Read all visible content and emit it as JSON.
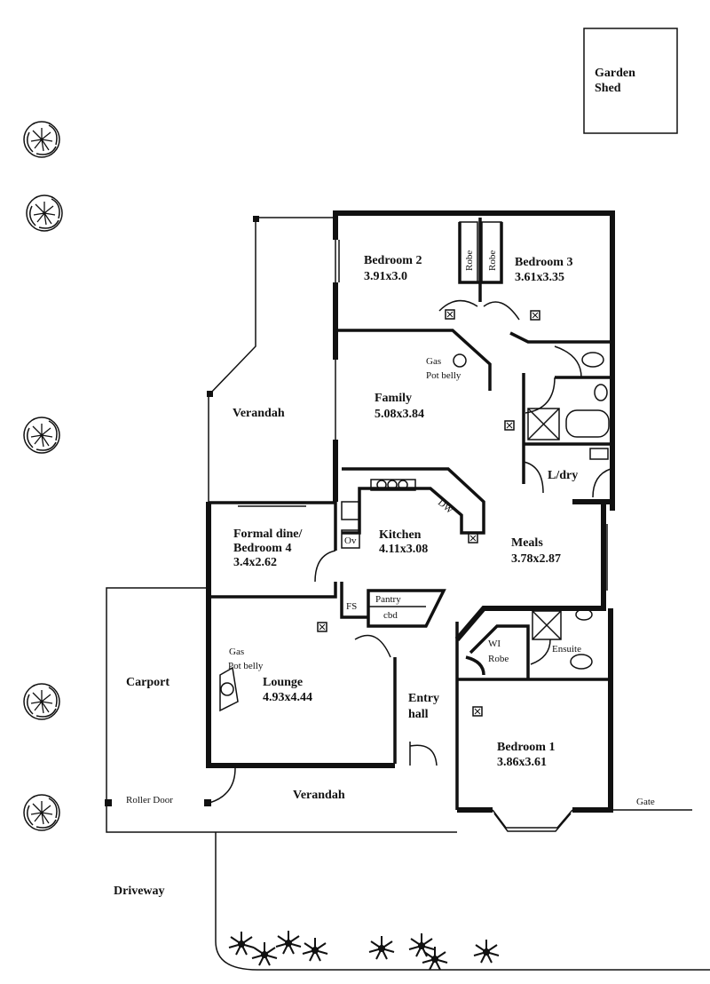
{
  "title": "House floor plan",
  "outbuildings": {
    "shed_line1": "Garden",
    "shed_line2": "Shed"
  },
  "rooms": {
    "bedroom2": {
      "name": "Bedroom 2",
      "size": "3.91x3.0"
    },
    "bedroom3": {
      "name": "Bedroom 3",
      "size": "3.61x3.35"
    },
    "family": {
      "name": "Family",
      "size": "5.08x3.84"
    },
    "kitchen": {
      "name": "Kitchen",
      "size": "4.11x3.08"
    },
    "meals": {
      "name": "Meals",
      "size": "3.78x2.87"
    },
    "formal": {
      "line1": "Formal dine/",
      "line2": "Bedroom 4",
      "size": "3.4x2.62"
    },
    "lounge": {
      "name": "Lounge",
      "size": "4.93x4.44"
    },
    "entry": {
      "line1": "Entry",
      "line2": "hall"
    },
    "bedroom1": {
      "name": "Bedroom 1",
      "size": "3.86x3.61"
    },
    "laundry": {
      "name": "L/dry"
    },
    "verandah_side": {
      "name": "Verandah"
    },
    "verandah_front": {
      "name": "Verandah"
    },
    "carport": {
      "name": "Carport"
    },
    "driveway": {
      "name": "Driveway"
    }
  },
  "fixtures": {
    "robe": "Robe",
    "gas": "Gas",
    "pot_belly": "Pot belly",
    "oven": "Ov",
    "dw": "DW",
    "fridge_space": "FS",
    "pantry": "Pantry",
    "cbd": "cbd",
    "wi": "WI",
    "wi_robe": "Robe",
    "ensuite": "Ensuite",
    "roller_door": "Roller Door",
    "gate": "Gate"
  }
}
